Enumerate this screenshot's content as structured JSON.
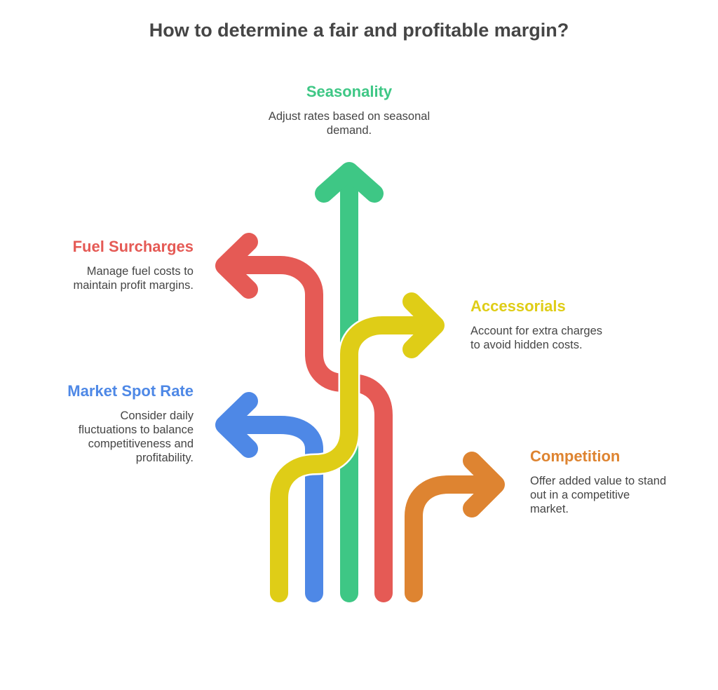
{
  "title": "How to determine a fair and profitable margin?",
  "colors": {
    "green": "#3EC785",
    "red": "#E55A55",
    "blue": "#4E88E6",
    "yellow": "#DFCD17",
    "orange": "#DE8431",
    "text": "#454545"
  },
  "items": {
    "seasonality": {
      "heading": "Seasonality",
      "line1": "Adjust rates based on seasonal",
      "line2": "demand."
    },
    "fuel": {
      "heading": "Fuel Surcharges",
      "line1": "Manage fuel costs to",
      "line2": "maintain profit margins."
    },
    "accessorials": {
      "heading": "Accessorials",
      "line1": "Account for extra charges",
      "line2": "to avoid hidden costs."
    },
    "market": {
      "heading": "Market Spot Rate",
      "line1": "Consider daily",
      "line2": "fluctuations to balance",
      "line3": "competitiveness and",
      "line4": "profitability."
    },
    "competition": {
      "heading": "Competition",
      "line1": "Offer added value to stand",
      "line2": "out in a competitive",
      "line3": "market."
    }
  }
}
